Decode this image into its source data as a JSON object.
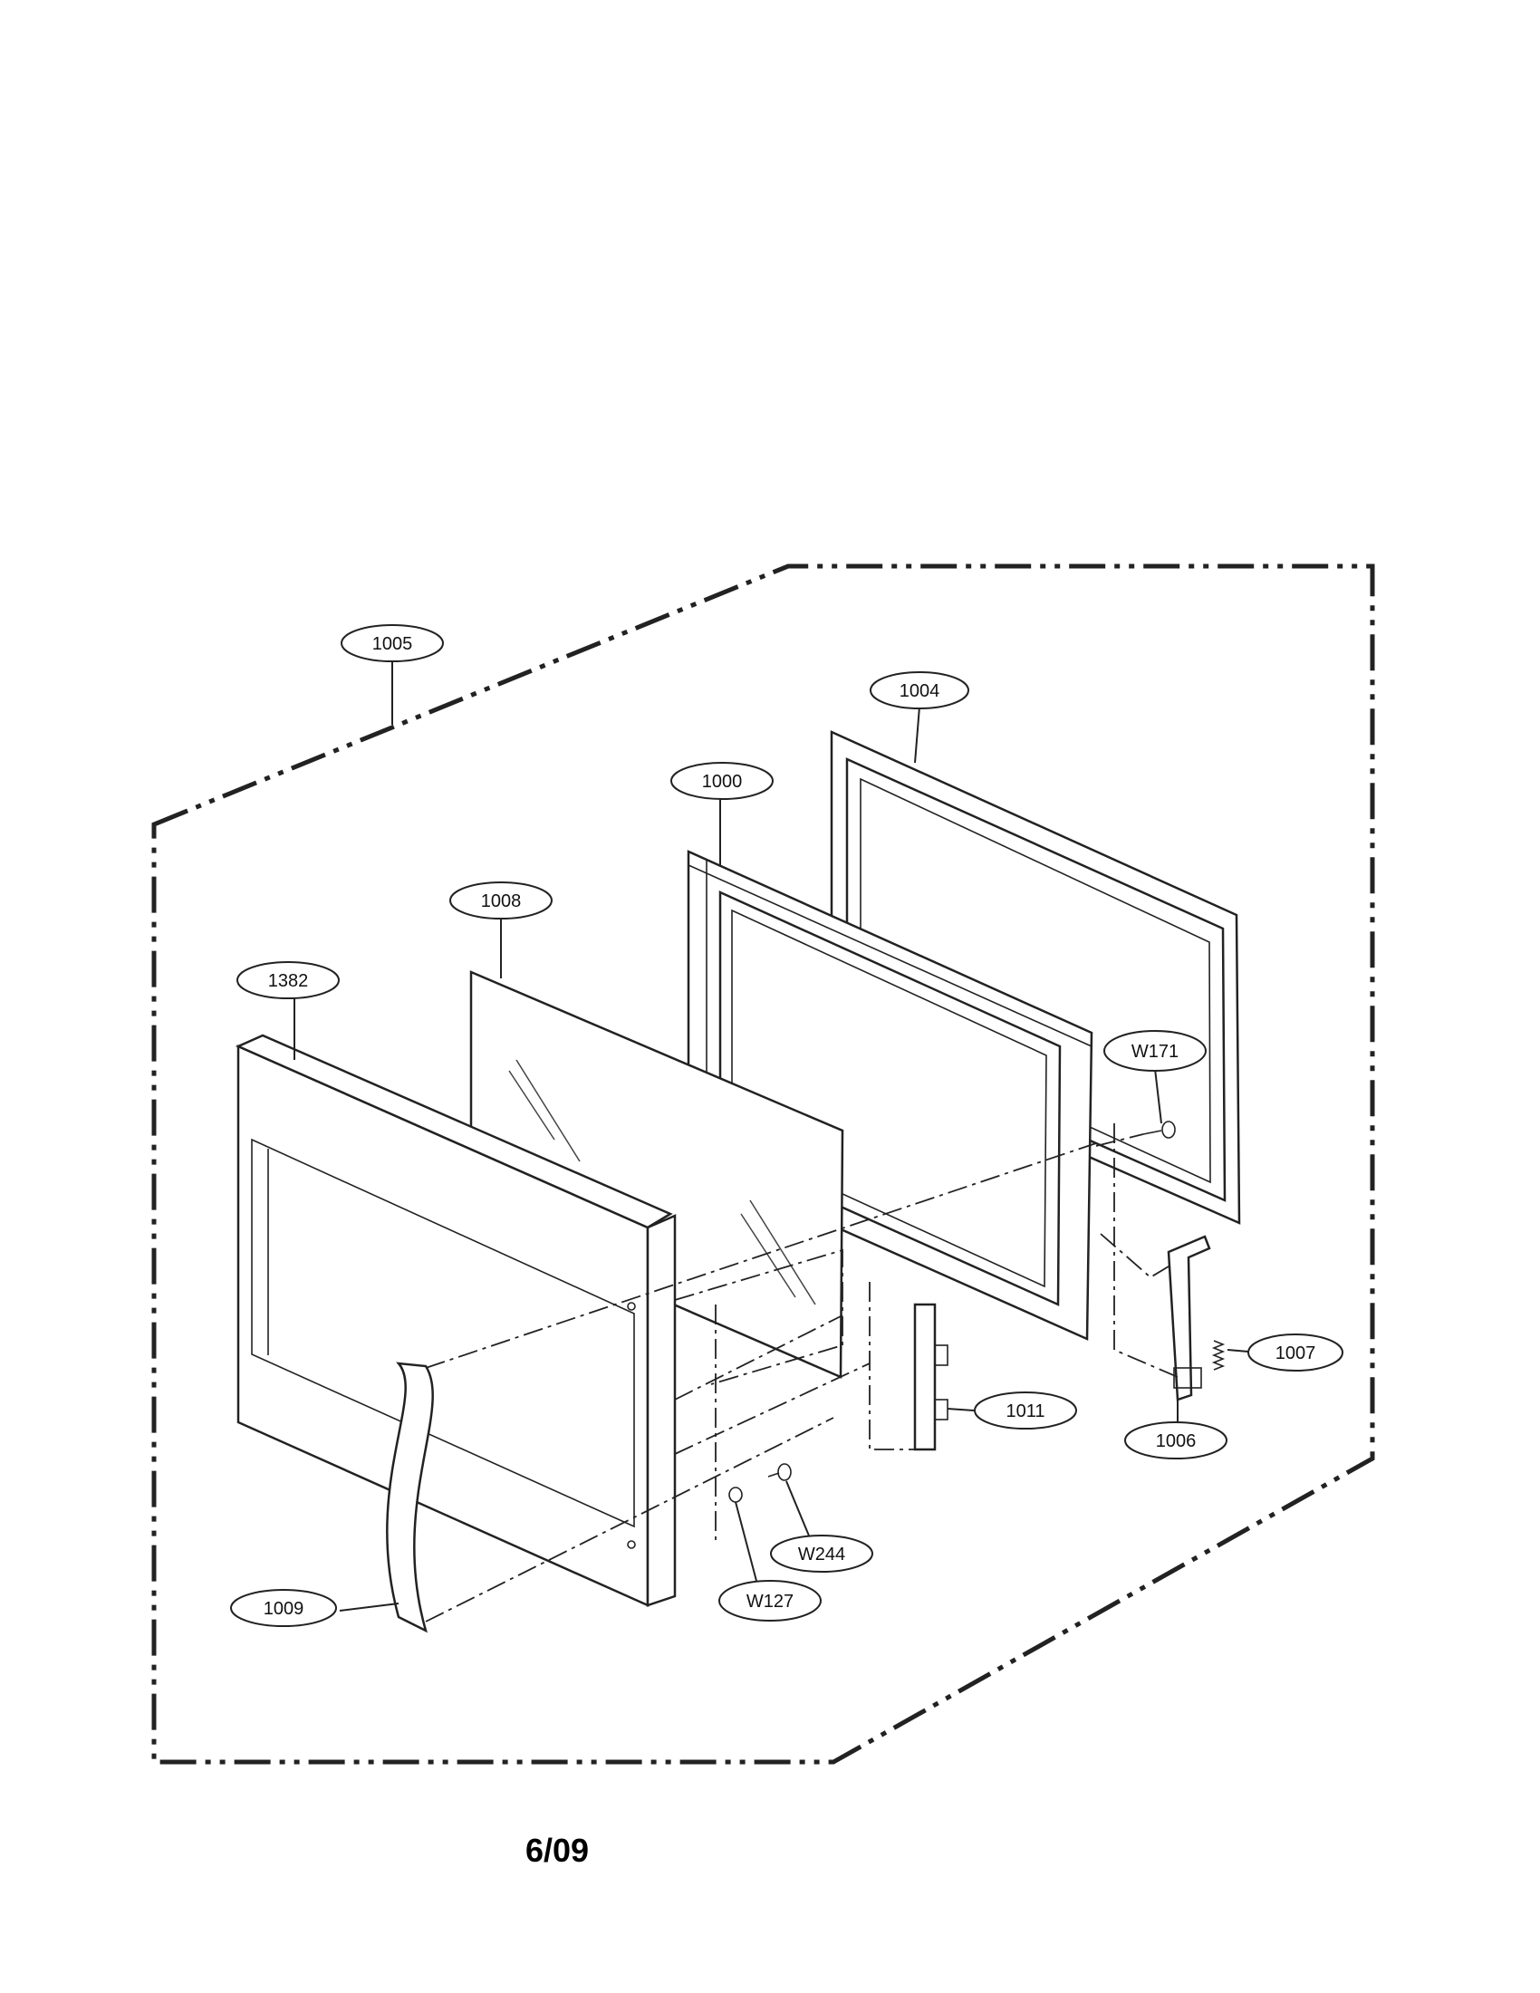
{
  "diagram": {
    "callouts": {
      "c1005": "1005",
      "c1004": "1004",
      "c1000": "1000",
      "c1008": "1008",
      "c1382": "1382",
      "cW171": "W171",
      "c1007": "1007",
      "c1011": "1011",
      "c1006": "1006",
      "cW244": "W244",
      "cW127": "W127",
      "c1009": "1009"
    },
    "footer": "6/09"
  }
}
